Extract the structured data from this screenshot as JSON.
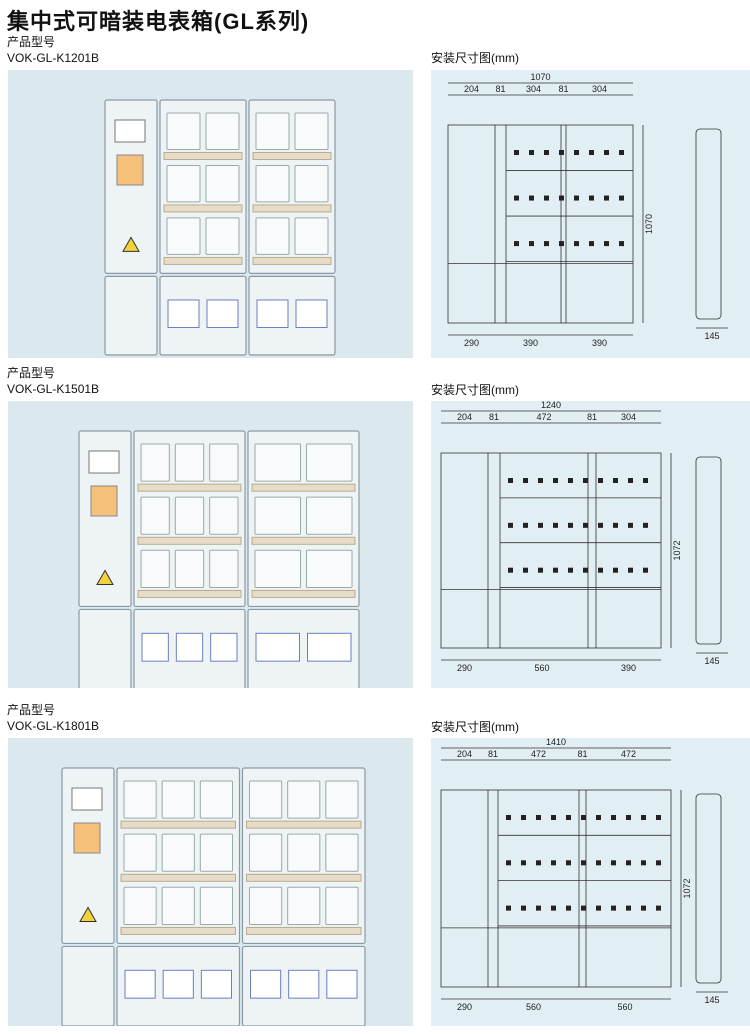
{
  "title": "集中式可暗装电表箱(GL系列)",
  "products": [
    {
      "type_label": "产品型号",
      "model": "VOK-GL-K1201B",
      "dims_label": "安装尺寸图(mm)",
      "dims": {
        "total_width": "1070",
        "height": "1070",
        "depth": "145",
        "top": [
          "204",
          "81",
          "304",
          "81",
          "304"
        ],
        "bottom": [
          "290",
          "390",
          "390"
        ]
      }
    },
    {
      "type_label": "产品型号",
      "model": "VOK-GL-K1501B",
      "dims_label": "安装尺寸图(mm)",
      "dims": {
        "total_width": "1240",
        "height": "1072",
        "depth": "145",
        "top": [
          "204",
          "81",
          "472",
          "81",
          "304"
        ],
        "bottom": [
          "290",
          "560",
          "390"
        ]
      }
    },
    {
      "type_label": "产品型号",
      "model": "VOK-GL-K1801B",
      "dims_label": "安装尺寸图(mm)",
      "dims": {
        "total_width": "1410",
        "height": "1072",
        "depth": "145",
        "top": [
          "204",
          "81",
          "472",
          "81",
          "472"
        ],
        "bottom": [
          "290",
          "560",
          "560"
        ]
      }
    }
  ]
}
